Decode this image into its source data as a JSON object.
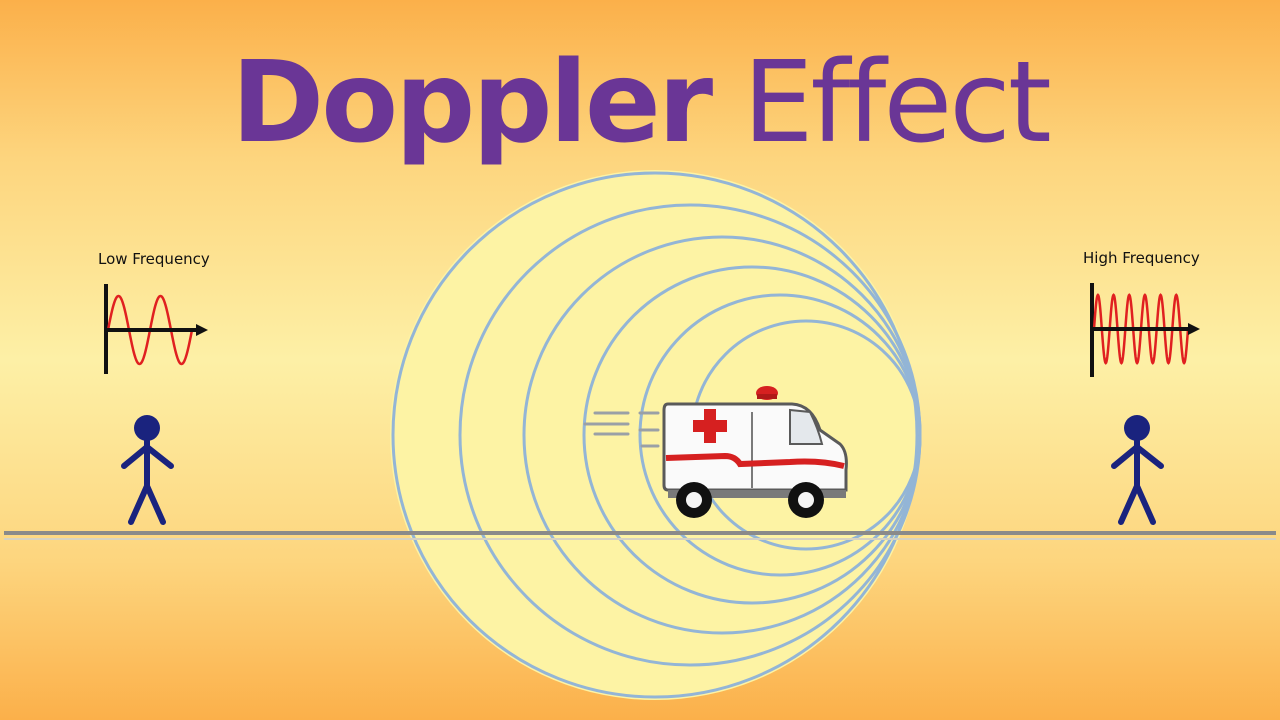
{
  "title": {
    "part1": "Doppler",
    "part2": "Effect"
  },
  "left_graph": {
    "label": "Low Frequency",
    "cycles": 2
  },
  "right_graph": {
    "label": "High Frequency",
    "cycles": 6
  },
  "colors": {
    "title": "#6a3696",
    "wave_circles": "#93b5d6",
    "circle_fill": "#fdf3a4",
    "sine": "#e02020",
    "person": "#1a237e",
    "ground": "#8a8a8a",
    "cross": "#d62020"
  },
  "icons": {
    "vehicle": "ambulance-icon",
    "observer_left": "person-icon",
    "observer_right": "person-icon"
  }
}
